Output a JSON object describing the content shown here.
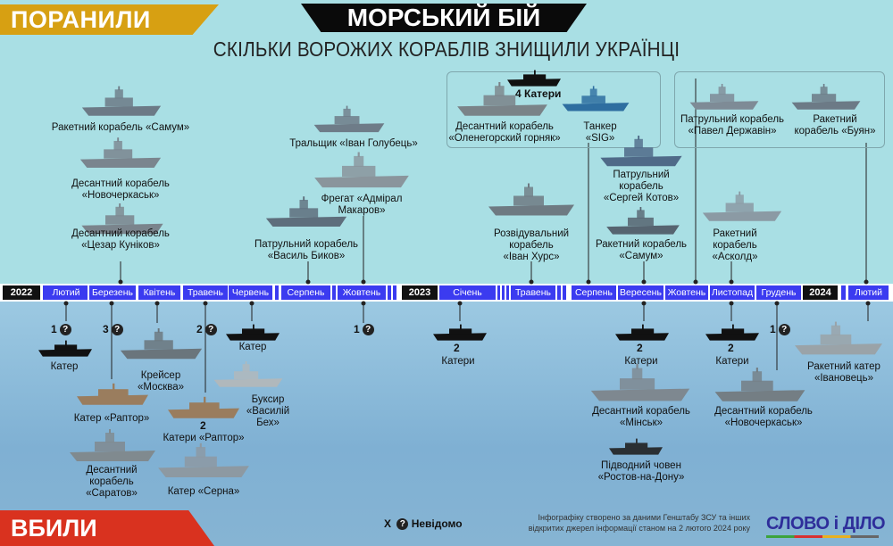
{
  "header": {
    "wounded_label": "ПОРАНИЛИ",
    "title": "МОРСЬКИЙ БІЙ",
    "subtitle": "СКІЛЬКИ ВОРОЖИХ КОРАБЛІВ ЗНИЩИЛИ УКРАЇНЦІ"
  },
  "timeline": {
    "cells": [
      "2022",
      "",
      "Лютий",
      "Березень",
      "Квітень",
      "Травень",
      "Червень",
      "",
      "Серпень",
      "",
      "Жовтень",
      "",
      "",
      "2023",
      "Січень",
      "",
      "",
      "",
      "Травень",
      "",
      "",
      "Серпень",
      "Вересень",
      "Жовтень",
      "Листопад",
      "Грудень",
      "2024",
      "",
      "Лютий"
    ]
  },
  "wounded": [
    {
      "line1": "Ракетний корабель «Самум»",
      "line2": ""
    },
    {
      "line1": "Десантний корабель",
      "line2": "«Новочеркаськ»"
    },
    {
      "line1": "Десантний корабель",
      "line2": "«Цезар Куніков»"
    },
    {
      "line1": "Тральщик «Іван Голубець»",
      "line2": ""
    },
    {
      "line1": "Фрегат «Адмірал",
      "line2": "Макаров»"
    },
    {
      "line1": "Патрульний корабель",
      "line2": "«Василь Биков»"
    },
    {
      "line1": "Розвідувальний",
      "line2": "корабель",
      "line3": "«Іван Хурс»"
    },
    {
      "count": "4",
      "line1": "Катери"
    },
    {
      "line1": "Десантний корабель",
      "line2": "«Оленегорский горняк»"
    },
    {
      "line1": "Танкер",
      "line2": "«SIG»"
    },
    {
      "line1": "Патрульний",
      "line2": "корабель",
      "line3": "«Сергей Котов»"
    },
    {
      "line1": "Ракетний корабель",
      "line2": "«Самум»"
    },
    {
      "line1": "Патрульний корабель",
      "line2": "«Павел Державін»"
    },
    {
      "line1": "Ракетний",
      "line2": "корабель «Буян»"
    },
    {
      "line1": "Ракетний",
      "line2": "корабель",
      "line3": "«Асколд»"
    }
  ],
  "killed": [
    {
      "count": "1",
      "line1": "Катер"
    },
    {
      "count": "3"
    },
    {
      "line1": "Крейсер",
      "line2": "«Москва»"
    },
    {
      "line1": "Катер «Раптор»"
    },
    {
      "line1": "Десантний",
      "line2": "корабель",
      "line3": "«Саратов»"
    },
    {
      "count": "2",
      "line1": "Катер"
    },
    {
      "count": "2",
      "line1": "Катери «Раптор»"
    },
    {
      "line1": "Буксир",
      "line2": "«Василій",
      "line3": "Бех»"
    },
    {
      "line1": "Катер «Серна»"
    },
    {
      "count": "1"
    },
    {
      "count": "2",
      "line1": "Катери"
    },
    {
      "count": "2",
      "line1": "Катери"
    },
    {
      "count": "2",
      "line1": "Катери"
    },
    {
      "count": "1"
    },
    {
      "line1": "Десантний корабель",
      "line2": "«Мінськ»"
    },
    {
      "line1": "Підводний човен",
      "line2": "«Ростов-на-Дону»"
    },
    {
      "line1": "Десантний корабель",
      "line2": "«Новочеркаськ»"
    },
    {
      "line1": "Ракетний катер",
      "line2": "«Івановець»"
    }
  ],
  "footer": {
    "killed_label": "ВБИЛИ",
    "legend_x": "X",
    "legend_q": "?",
    "legend_text": "Невідомо",
    "credit": "Інфографіку створено за даними Генштабу ЗСУ та інших відкритих джерел інформації станом на 2 лютого 2024 року",
    "logo": "СЛОВО і ДІЛО"
  },
  "colors": {
    "top_bg": "#a9dfe4",
    "timeline": "#3b3bf0",
    "wounded_banner": "#d7a012",
    "killed_banner": "#d9321f"
  }
}
